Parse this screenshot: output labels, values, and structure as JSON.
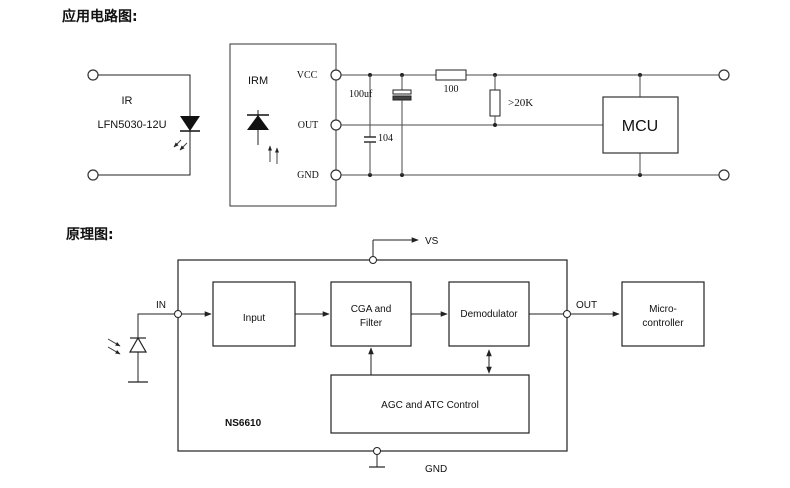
{
  "headings": {
    "application": "应用电路图:",
    "principle": "原理图:"
  },
  "application_circuit": {
    "ir_label": "IR",
    "ir_part": "LFN5030-12U",
    "irm_label": "IRM",
    "pins": {
      "vcc": "VCC",
      "out": "OUT",
      "gnd": "GND"
    },
    "cap_electrolytic": "100uf",
    "cap_ceramic": "104",
    "resistor_series": "100",
    "resistor_pullup": ">20K",
    "mcu_label": "MCU"
  },
  "block_diagram": {
    "chip_name": "NS6610",
    "vs_label": "VS",
    "gnd_label": "GND",
    "in_label": "IN",
    "out_label": "OUT",
    "blocks": {
      "input": "Input",
      "cga_line1": "CGA and",
      "cga_line2": "Filter",
      "demodulator": "Demodulator",
      "agc": "AGC and ATC Control",
      "micro_line1": "Micro-",
      "micro_line2": "controller"
    }
  },
  "colors": {
    "ink": "#222222",
    "background": "#ffffff"
  }
}
